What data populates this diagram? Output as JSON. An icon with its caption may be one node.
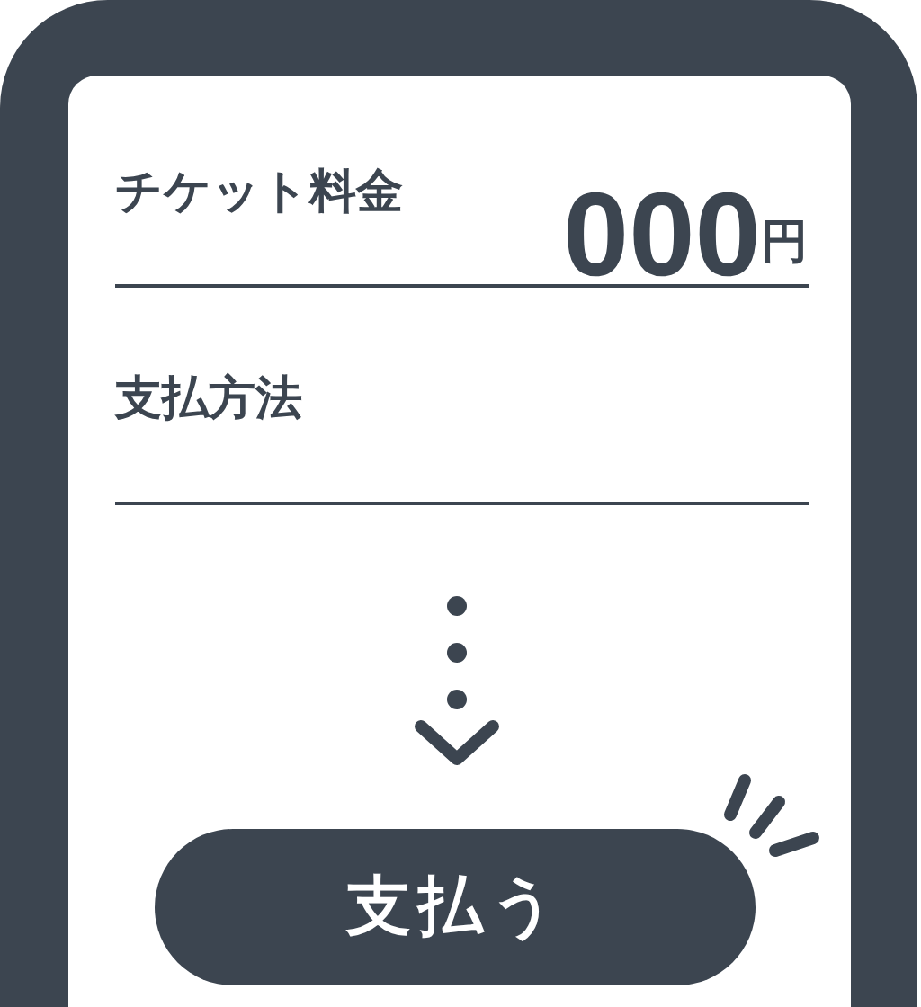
{
  "diagram": {
    "nodes": [
      {
        "text": [
          "支払う"
        ]
      }
    ],
    "labels": [
      "チケット料金",
      "000",
      "円",
      "支払方法"
    ]
  }
}
